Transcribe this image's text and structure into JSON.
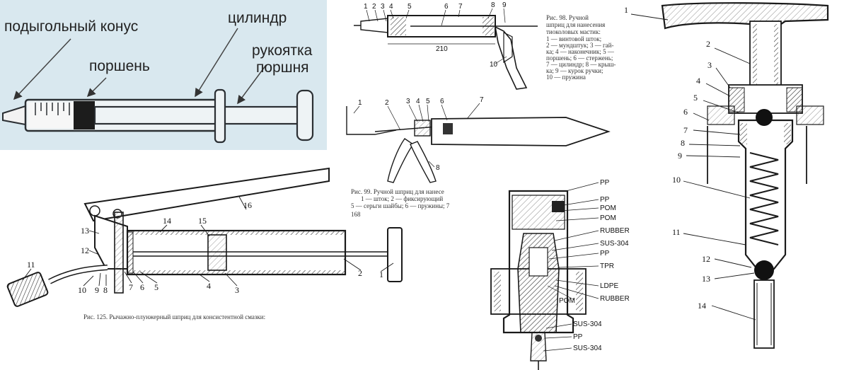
{
  "syringe_panel": {
    "labels": {
      "cone": "подыгольный конус",
      "cylinder": "цилиндр",
      "piston": "поршень",
      "handle_line1": "рукоятка",
      "handle_line2": "поршня"
    },
    "background": "#d9e8ef"
  },
  "lever_gun": {
    "caption": "Рис. 125. Рычажно-плунжерный шприц для консистентной смазки:",
    "numbers": [
      "1",
      "2",
      "3",
      "4",
      "5",
      "6",
      "7",
      "8",
      "9",
      "10",
      "11",
      "12",
      "13",
      "14",
      "15",
      "16"
    ]
  },
  "mastic_gun_top": {
    "caption_lines": [
      "Рис. 98. Ручной",
      "шприц для нанесения",
      "тиоколовых мастик:",
      "1 — винтовой шток;",
      "2 — мундштук; 3 — гай-",
      "ка; 4 — наконечник; 5 —",
      "поршень; 6 — стержень;",
      "7 — цилиндр; 8 — крыш-",
      "ка; 9 — курок ручки;",
      "10 — пружина"
    ],
    "dim_label": "210",
    "numbers": [
      "1",
      "2",
      "3",
      "4",
      "5",
      "6",
      "7",
      "8",
      "9",
      "10"
    ]
  },
  "caulk_gun": {
    "caption_lines": [
      "Рис. 99. Ручной шприц для нанесе",
      "1 — шток; 2 — фиксирующий",
      "5 — серьги шайбы; 6 — пружины; 7"
    ],
    "page_number": "168",
    "numbers": [
      "1",
      "2",
      "3",
      "4",
      "5",
      "6",
      "7",
      "8"
    ]
  },
  "pump_section": {
    "materials": [
      "PP",
      "PP",
      "POM",
      "POM",
      "RUBBER",
      "SUS-304",
      "PP",
      "TPR",
      "LDPE",
      "RUBBER",
      "POM",
      "SUS-304",
      "PP",
      "SUS-304"
    ]
  },
  "dispenser_pump": {
    "numbers": [
      "1",
      "2",
      "3",
      "4",
      "5",
      "6",
      "7",
      "8",
      "9",
      "10",
      "11",
      "12",
      "13",
      "14"
    ]
  },
  "colors": {
    "line": "#1a1a1a",
    "syringe_bg": "#d9e8ef",
    "syringe_outline": "#2b2f33"
  }
}
